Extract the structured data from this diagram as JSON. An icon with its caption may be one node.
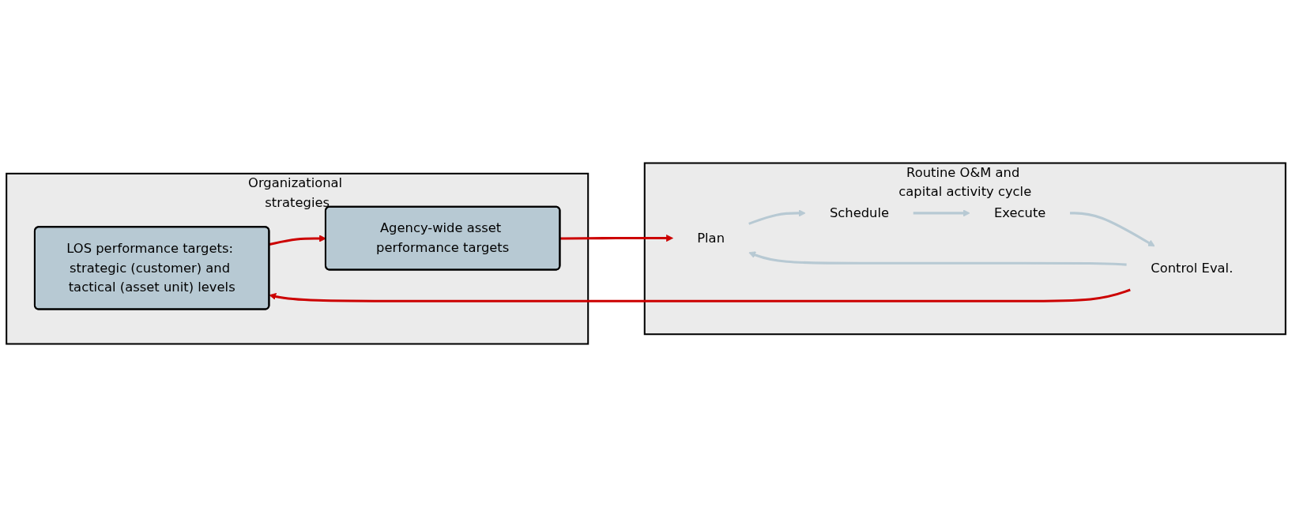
{
  "diagram": {
    "nodes": [
      {
        "text": [
          "Organizational strategies"
        ]
      },
      {
        "text": [
          "LOS performance targets: strategic (customer) and tactical (asset unit) levels"
        ],
        "in": 0
      },
      {
        "text": [
          "Agency-wide asset performance targets"
        ],
        "in": 0
      },
      {
        "text": [
          "Routine O&M and capital activity cycle"
        ]
      },
      {
        "text": [
          "Plan"
        ],
        "in": 3
      },
      {
        "text": [
          "Schedule"
        ],
        "in": 3
      },
      {
        "text": [
          "Execute"
        ],
        "in": 3
      },
      {
        "text": [
          "Control Eval."
        ],
        "in": 3
      }
    ],
    "edges": [
      {
        "from": 1,
        "to": 2,
        "arrow": "to",
        "color": "#cc0000"
      },
      {
        "from": 2,
        "to": 4,
        "arrow": "to",
        "color": "#cc0000"
      },
      {
        "from": 7,
        "to": 1,
        "arrow": "to",
        "color": "#cc0000"
      },
      {
        "from": 4,
        "to": 5,
        "arrow": "to",
        "color": "#b7c9d3"
      },
      {
        "from": 5,
        "to": 6,
        "arrow": "to",
        "color": "#b7c9d3"
      },
      {
        "from": 6,
        "to": 7,
        "arrow": "to",
        "color": "#b7c9d3"
      },
      {
        "from": 7,
        "to": 4,
        "arrow": "to",
        "color": "#b7c9d3"
      }
    ]
  }
}
